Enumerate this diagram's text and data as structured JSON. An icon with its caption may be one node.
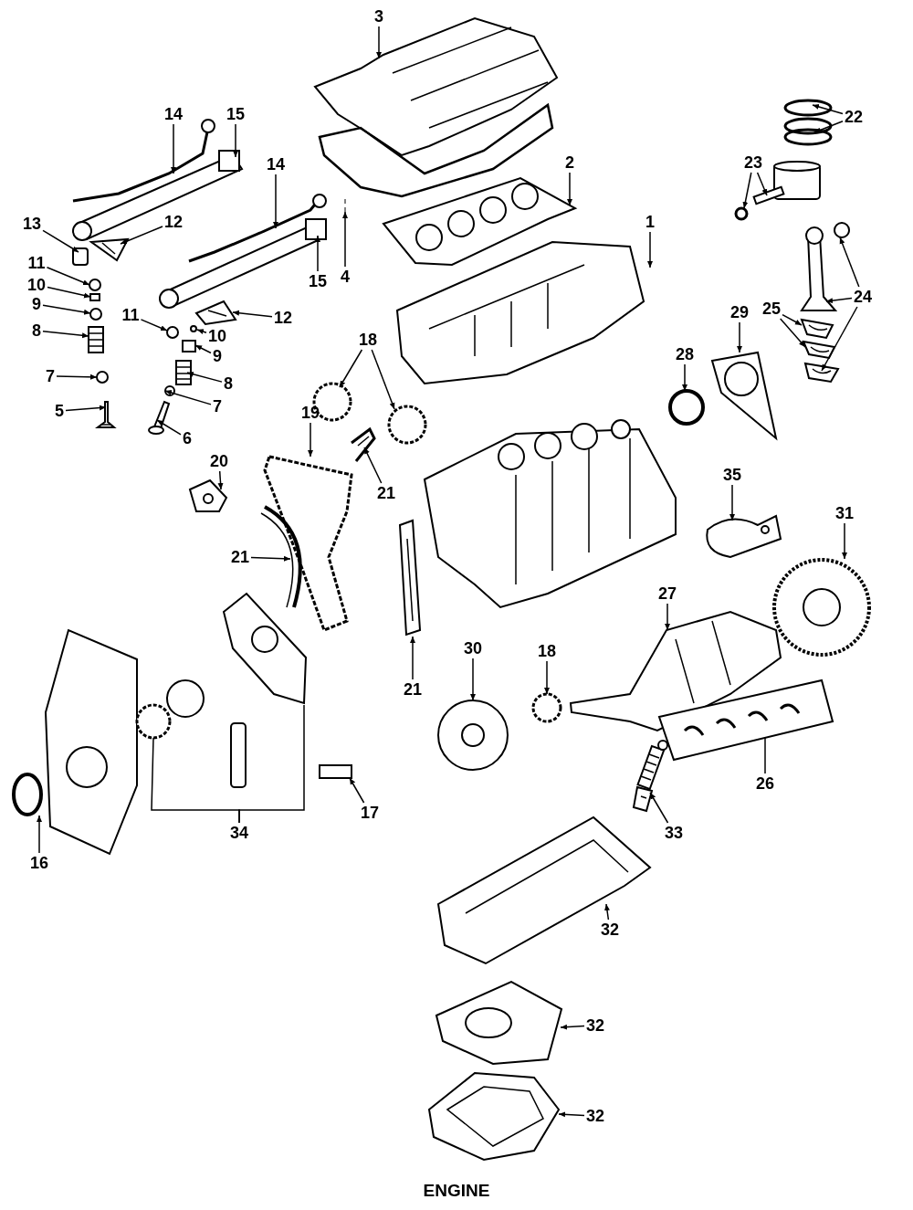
{
  "diagram": {
    "title": "ENGINE",
    "nodes": [
      {
        "text": [
          "3"
        ]
      },
      {
        "text": [
          "14"
        ]
      },
      {
        "text": [
          "15"
        ]
      },
      {
        "text": [
          "22"
        ]
      },
      {
        "text": [
          "14"
        ]
      },
      {
        "text": [
          "2"
        ]
      },
      {
        "text": [
          "23"
        ]
      },
      {
        "text": [
          "13"
        ]
      },
      {
        "text": [
          "12"
        ]
      },
      {
        "text": [
          "15"
        ]
      },
      {
        "text": [
          "4"
        ]
      },
      {
        "text": [
          "1"
        ]
      },
      {
        "text": [
          "11"
        ]
      },
      {
        "text": [
          "10"
        ]
      },
      {
        "text": [
          "9"
        ]
      },
      {
        "text": [
          "8"
        ]
      },
      {
        "text": [
          "11"
        ]
      },
      {
        "text": [
          "10"
        ]
      },
      {
        "text": [
          "12"
        ]
      },
      {
        "text": [
          "9"
        ]
      },
      {
        "text": [
          "24"
        ]
      },
      {
        "text": [
          "25"
        ]
      },
      {
        "text": [
          "18"
        ]
      },
      {
        "text": [
          "8"
        ]
      },
      {
        "text": [
          "7"
        ]
      },
      {
        "text": [
          "29"
        ]
      },
      {
        "text": [
          "28"
        ]
      },
      {
        "text": [
          "7"
        ]
      },
      {
        "text": [
          "5"
        ]
      },
      {
        "text": [
          "6"
        ]
      },
      {
        "text": [
          "19"
        ]
      },
      {
        "text": [
          "21"
        ]
      },
      {
        "text": [
          "20"
        ]
      },
      {
        "text": [
          "35"
        ]
      },
      {
        "text": [
          "31"
        ]
      },
      {
        "text": [
          "21"
        ]
      },
      {
        "text": [
          "27"
        ]
      },
      {
        "text": [
          "30"
        ]
      },
      {
        "text": [
          "18"
        ]
      },
      {
        "text": [
          "21"
        ]
      },
      {
        "text": [
          "34"
        ]
      },
      {
        "text": [
          "17"
        ]
      },
      {
        "text": [
          "26"
        ]
      },
      {
        "text": [
          "33"
        ]
      },
      {
        "text": [
          "16"
        ]
      },
      {
        "text": [
          "32"
        ]
      },
      {
        "text": [
          "32"
        ]
      },
      {
        "text": [
          "32"
        ]
      },
      {
        "text": [],
        "shape": "picture"
      },
      {
        "text": [],
        "shape": "picture"
      },
      {
        "text": [],
        "shape": "picture"
      },
      {
        "text": [],
        "shape": "circle"
      },
      {
        "text": [],
        "shape": "circle"
      },
      {
        "text": [],
        "shape": "picture"
      },
      {
        "text": [],
        "shape": "picture"
      },
      {
        "text": [],
        "shape": "circle"
      },
      {
        "text": [],
        "shape": "bar"
      },
      {
        "text": [],
        "shape": "box"
      },
      {
        "text": [],
        "shape": "picture"
      },
      {
        "text": [],
        "shape": "picture"
      },
      {
        "text": [],
        "shape": "picture"
      },
      {
        "text": [],
        "shape": "picture"
      },
      {
        "text": [],
        "shape": "circle"
      },
      {
        "text": [],
        "shape": "box"
      },
      {
        "text": [],
        "shape": "circle"
      },
      {
        "text": [],
        "shape": "picture"
      },
      {
        "text": [],
        "shape": "circle"
      },
      {
        "text": [],
        "shape": "circle"
      },
      {
        "text": [],
        "shape": "picture"
      },
      {
        "text": [],
        "shape": "box"
      },
      {
        "text": [],
        "shape": "circle"
      },
      {
        "text": [],
        "shape": "picture"
      },
      {
        "text": [],
        "shape": "picture"
      },
      {
        "text": [],
        "shape": "picture"
      },
      {
        "text": [],
        "shape": "picture"
      },
      {
        "text": [],
        "shape": "circle"
      },
      {
        "text": [],
        "shape": "circle"
      },
      {
        "text": [],
        "shape": "picture"
      },
      {
        "text": [],
        "shape": "circle"
      },
      {
        "text": [],
        "shape": "picture"
      },
      {
        "text": [],
        "shape": "circle"
      },
      {
        "text": [],
        "shape": "circle"
      },
      {
        "text": [],
        "shape": "picture"
      },
      {
        "text": [],
        "shape": "picture"
      },
      {
        "text": [],
        "shape": "picture"
      },
      {
        "text": [],
        "shape": "picture"
      },
      {
        "text": [],
        "shape": "picture"
      },
      {
        "text": [],
        "shape": "picture"
      },
      {
        "text": [],
        "shape": "picture"
      },
      {
        "text": [],
        "shape": "picture"
      },
      {
        "text": [],
        "shape": "picture"
      },
      {
        "text": [],
        "shape": "picture"
      },
      {
        "text": [],
        "shape": "circle"
      },
      {
        "text": [],
        "shape": "picture"
      },
      {
        "text": [],
        "shape": "circle"
      },
      {
        "text": [],
        "shape": "picture"
      },
      {
        "text": [],
        "shape": "box"
      },
      {
        "text": [],
        "shape": "picture"
      },
      {
        "text": [],
        "shape": "picture"
      },
      {
        "text": [],
        "shape": "circle"
      },
      {
        "text": [],
        "shape": "picture"
      },
      {
        "text": [],
        "shape": "picture"
      },
      {
        "text": [],
        "shape": "picture"
      }
    ],
    "edges": [
      {
        "from": 0,
        "to": 48,
        "arrow": "to"
      },
      {
        "from": 1,
        "to": 49,
        "arrow": "to"
      },
      {
        "from": 2,
        "to": 50,
        "arrow": "to"
      },
      {
        "from": 3,
        "to": 51,
        "arrow": "to"
      },
      {
        "from": 3,
        "to": 52,
        "arrow": "to"
      },
      {
        "from": 4,
        "to": 53,
        "arrow": "to"
      },
      {
        "from": 5,
        "to": 54,
        "arrow": "to"
      },
      {
        "from": 6,
        "to": 55,
        "arrow": "to"
      },
      {
        "from": 6,
        "to": 56,
        "arrow": "to"
      },
      {
        "from": 7,
        "to": 57,
        "arrow": "to"
      },
      {
        "from": 8,
        "to": 58,
        "arrow": "to"
      },
      {
        "from": 9,
        "to": 59,
        "arrow": "to"
      },
      {
        "from": 10,
        "to": 60,
        "arrow": "to"
      },
      {
        "from": 11,
        "to": 61,
        "arrow": "to"
      },
      {
        "from": 12,
        "to": 62,
        "arrow": "to"
      },
      {
        "from": 13,
        "to": 63,
        "arrow": "to"
      },
      {
        "from": 14,
        "to": 64,
        "arrow": "to"
      },
      {
        "from": 15,
        "to": 65,
        "arrow": "to"
      },
      {
        "from": 16,
        "to": 66,
        "arrow": "to"
      },
      {
        "from": 17,
        "to": 67,
        "arrow": "to"
      },
      {
        "from": 18,
        "to": 68,
        "arrow": "to"
      },
      {
        "from": 19,
        "to": 69,
        "arrow": "to"
      },
      {
        "from": 20,
        "to": 70,
        "arrow": "to"
      },
      {
        "from": 20,
        "to": 71,
        "arrow": "to"
      },
      {
        "from": 20,
        "to": 72,
        "arrow": "to"
      },
      {
        "from": 21,
        "to": 73,
        "arrow": "to"
      },
      {
        "from": 21,
        "to": 74,
        "arrow": "to"
      },
      {
        "from": 22,
        "to": 75,
        "arrow": "to"
      },
      {
        "from": 22,
        "to": 76,
        "arrow": "to"
      },
      {
        "from": 23,
        "to": 77,
        "arrow": "to"
      },
      {
        "from": 24,
        "to": 78,
        "arrow": "to"
      },
      {
        "from": 25,
        "to": 79,
        "arrow": "to"
      },
      {
        "from": 26,
        "to": 80,
        "arrow": "to"
      },
      {
        "from": 27,
        "to": 81,
        "arrow": "to"
      },
      {
        "from": 28,
        "to": 82,
        "arrow": "to"
      },
      {
        "from": 29,
        "to": 83,
        "arrow": "to"
      },
      {
        "from": 30,
        "to": 84,
        "arrow": "to"
      },
      {
        "from": 31,
        "to": 85,
        "arrow": "to"
      },
      {
        "from": 32,
        "to": 86,
        "arrow": "to"
      },
      {
        "from": 33,
        "to": 87,
        "arrow": "to"
      },
      {
        "from": 34,
        "to": 88,
        "arrow": "to"
      },
      {
        "from": 35,
        "to": 89,
        "arrow": "to"
      },
      {
        "from": 36,
        "to": 90,
        "arrow": "to"
      },
      {
        "from": 37,
        "to": 91,
        "arrow": "to"
      },
      {
        "from": 38,
        "to": 92,
        "arrow": "to"
      },
      {
        "from": 39,
        "to": 93,
        "arrow": "to"
      },
      {
        "from": 40,
        "to": 94,
        "arrow": "none"
      },
      {
        "from": 40,
        "to": 95,
        "arrow": "none"
      },
      {
        "from": 41,
        "to": 96,
        "arrow": "to"
      },
      {
        "from": 42,
        "to": 97,
        "arrow": "none"
      },
      {
        "from": 43,
        "to": 98,
        "arrow": "to"
      },
      {
        "from": 44,
        "to": 99,
        "arrow": "to"
      },
      {
        "from": 45,
        "to": 100,
        "arrow": "to"
      },
      {
        "from": 46,
        "to": 101,
        "arrow": "to"
      },
      {
        "from": 47,
        "to": 102,
        "arrow": "to"
      }
    ]
  }
}
